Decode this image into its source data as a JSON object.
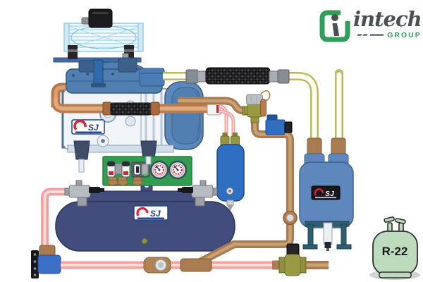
{
  "logo": {
    "brand": "intech",
    "group": "GROUP",
    "brand_color": "#4b5055",
    "accent_color": "#2f9e57"
  },
  "equipment_labels": {
    "compressor_badge": "SJ",
    "receiver_badge": "SJ",
    "chiller_badge": "SJ"
  },
  "refrigerant_cylinder": {
    "label": "R-22",
    "body_color": "#bcdcbd"
  },
  "colors": {
    "pink_pipe": "#f1a09e",
    "copper_pipe": "#c9895b",
    "liquid_pipe": "#a87c50",
    "yellow_pipe": "#bdb95e",
    "receiver_navy": "#424d7d",
    "chiller_blue": "#5d87bd",
    "drier_blue": "#2f6fc1",
    "panel_green": "#2f9e4e",
    "condenser_blue": "#8fcbe6",
    "hose_black": "#141414",
    "olive_fitting": "#9a9a45"
  },
  "components": [
    "fan-condenser-unit",
    "condenser-motor",
    "compressor",
    "braided-discharge-hose",
    "control-panel",
    "pressure-switches",
    "pressure-gauges",
    "receiver-tank",
    "filter-drier",
    "solenoid-valve",
    "expansion-valve",
    "sight-glass",
    "chiller-tank",
    "service-valves",
    "refrigerant-cylinder"
  ]
}
